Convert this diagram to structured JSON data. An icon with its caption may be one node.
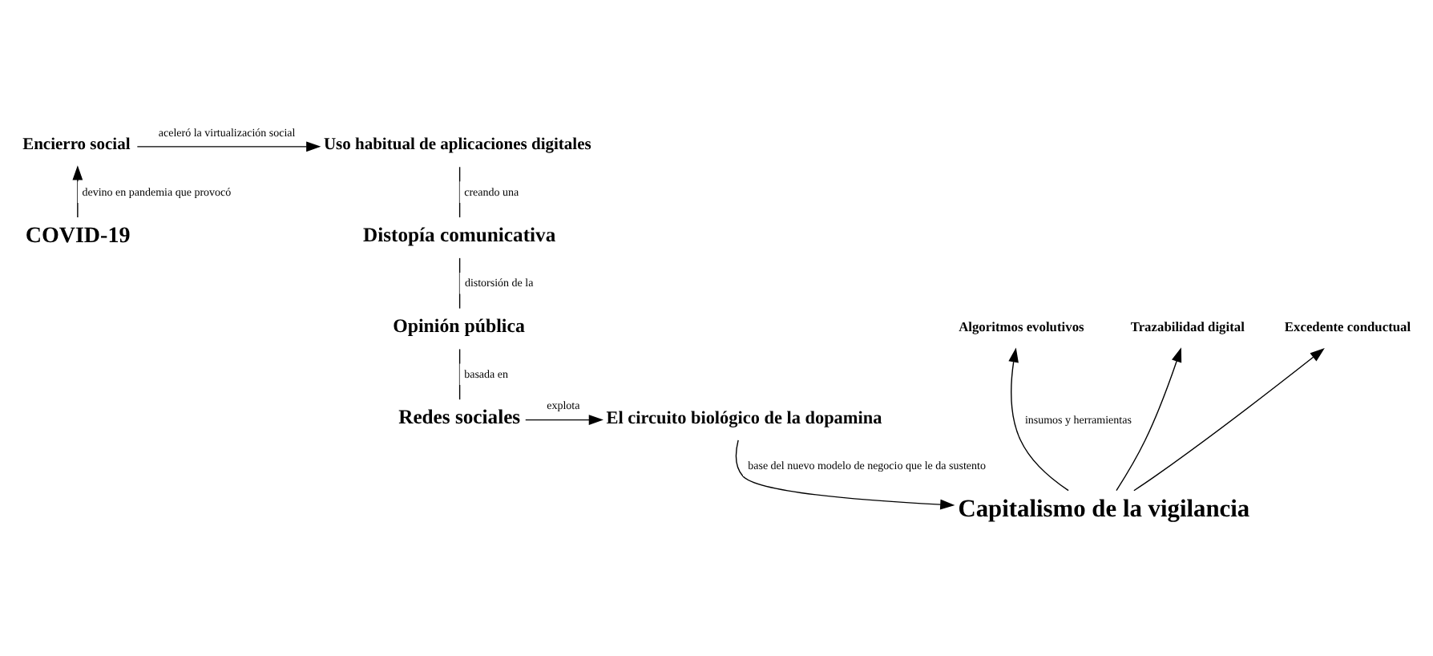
{
  "diagram": {
    "nodes": [
      {
        "text": [
          "Uso habitual de aplicaciones digitales"
        ]
      },
      {
        "text": [
          "Encierro social"
        ]
      },
      {
        "text": [
          "Distopía comunicativa"
        ]
      },
      {
        "text": [
          "COVID-19"
        ]
      },
      {
        "text": [
          "Algoritmos evolutivos"
        ]
      },
      {
        "text": [
          "Trazabilidad digital"
        ]
      },
      {
        "text": [
          "Excedente conductual"
        ]
      },
      {
        "text": [
          "Opinión pública"
        ]
      },
      {
        "text": [
          "Capitalismo de la vigilancia"
        ]
      },
      {
        "text": [
          "Redes sociales"
        ]
      },
      {
        "text": [
          "El circuito biológico de la dopamina"
        ]
      }
    ],
    "edges": [
      {
        "from": 3,
        "to": 1,
        "arrow": "to",
        "label": "devino en pandemia que provocó"
      },
      {
        "from": 1,
        "to": 0,
        "arrow": "to",
        "label": "aceleró la virtualización social"
      },
      {
        "from": 0,
        "to": 2,
        "arrow": "none",
        "label": "creando una"
      },
      {
        "from": 2,
        "to": 7,
        "arrow": "none",
        "label": "distorsión de la"
      },
      {
        "from": 7,
        "to": 9,
        "arrow": "none",
        "label": "basada en"
      },
      {
        "from": 9,
        "to": 10,
        "arrow": "to",
        "label": "explota"
      },
      {
        "from": 10,
        "to": 8,
        "arrow": "to",
        "label": "base del nuevo modelo de negocio que le da sustento"
      },
      {
        "from": 8,
        "to": 5,
        "arrow": "to"
      },
      {
        "from": 8,
        "to": 4,
        "arrow": "to",
        "label": "insumos y herramientas"
      },
      {
        "from": 8,
        "to": 6,
        "arrow": "to"
      }
    ]
  }
}
